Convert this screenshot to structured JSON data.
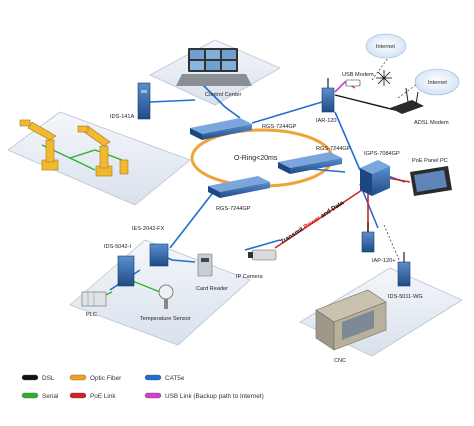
{
  "colors": {
    "dsl": "#111111",
    "optic_fiber": "#f0a020",
    "cat5e": "#1f6fd0",
    "serial": "#2fb12f",
    "poe_link": "#d42020",
    "usb_link": "#d040c8",
    "switch_blue": "#2a5d9c",
    "ring_orange": "#f2a23a",
    "platform": "#e6ecf3"
  },
  "devices": {
    "control_center": "Control Center",
    "ids_141a": "IDS-141A",
    "rgs_top": "RGS-7244GP",
    "rgs_mid": "RGS-7244GP",
    "rgs_bottom": "RGS-7244GP",
    "ring": "O-Ring<20ms",
    "iar_120": "IAR-120",
    "usb_modem": "USB Modem",
    "internet_top": "Internet",
    "internet_right": "Internet",
    "adsl_modem": "ADSL Modem",
    "igps_7084gp": "IGPS-7084GP",
    "poe_panel_pc": "PoE Panel PC",
    "iap_120": "IAP-120+",
    "ids_5011_wg": "IDS-5011-WG",
    "cnc": "CNC",
    "ies_2042_fx": "IES-2042-FX",
    "ids_5042_i": "IDS-5042-I",
    "card_reader": "Card Reader",
    "ip_camera": "IP Camera",
    "plc": "PLC",
    "temperature_sensor": "Temperature Sensor"
  },
  "annotation": {
    "prefix": "Transmit ",
    "highlight": "Power",
    "suffix": " and Data"
  },
  "legend": [
    {
      "label": "DSL",
      "color_key": "dsl"
    },
    {
      "label": "Optic Fiber",
      "color_key": "optic_fiber"
    },
    {
      "label": "CAT5e",
      "color_key": "cat5e"
    },
    {
      "label": "Serial",
      "color_key": "serial"
    },
    {
      "label": "PoE Link",
      "color_key": "poe_link"
    },
    {
      "label": "USB Link (Backup path to Internet)",
      "color_key": "usb_link"
    }
  ]
}
